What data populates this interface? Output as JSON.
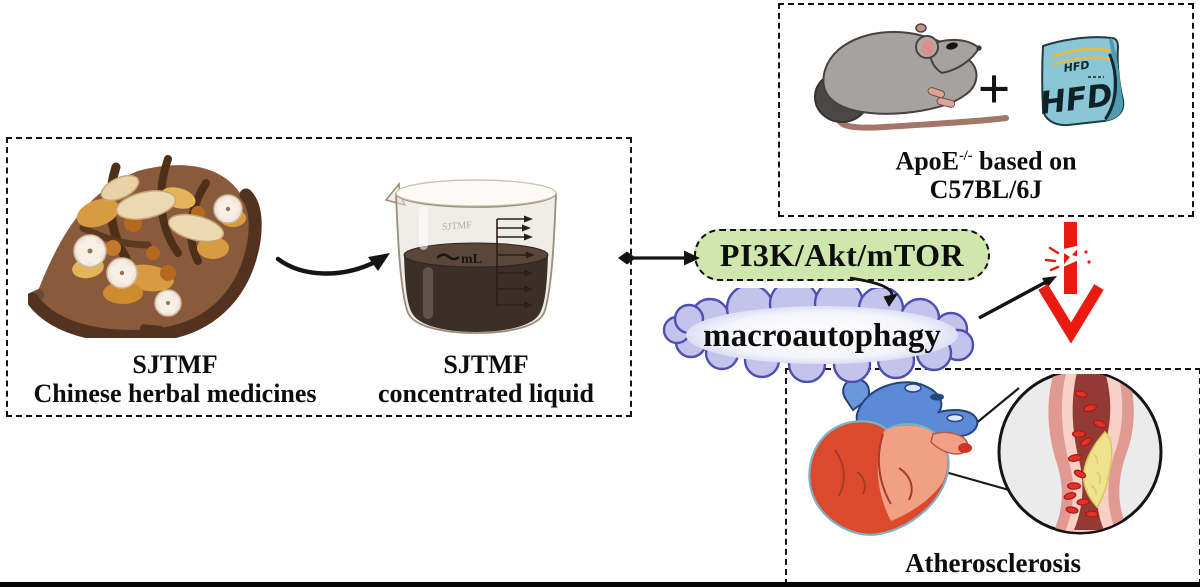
{
  "figure": {
    "herbal_box": {
      "herbs_label": {
        "line1": "SJTMF",
        "line2": "Chinese herbal medicines"
      },
      "liquid_label": {
        "line1": "SJTMF",
        "line2": "concentrated liquid"
      },
      "beaker": {
        "glass_text": "SJTMF",
        "volume_text": "mL"
      }
    },
    "model_box": {
      "caption": {
        "gene": "ApoE",
        "genotype_sup": "-/-",
        "rest": " based on",
        "line2": "C57BL/6J"
      },
      "plus_sign": "+",
      "bag": {
        "text_small": "HFD",
        "text_large": "HFD"
      }
    },
    "pathway": {
      "pill_label": "PI3K/Akt/mTOR",
      "cloud_label": "macroautophagy"
    },
    "disease_box": {
      "caption": "Atherosclerosis"
    },
    "colors": {
      "pill_fill": "#cfe7ad",
      "pill_border": "#111111",
      "cloud_stroke": "#4e4eb4",
      "cloud_fill": "#c3c3ec",
      "blocked_arrow_red": "#ea1a10",
      "connector_black": "#141414",
      "hfd_bag_teal": "#8ac6d5",
      "heart_red": "#dc4a2e",
      "plaque_yellow": "#efe28c",
      "liquid_brown": "#3b2f27"
    }
  }
}
